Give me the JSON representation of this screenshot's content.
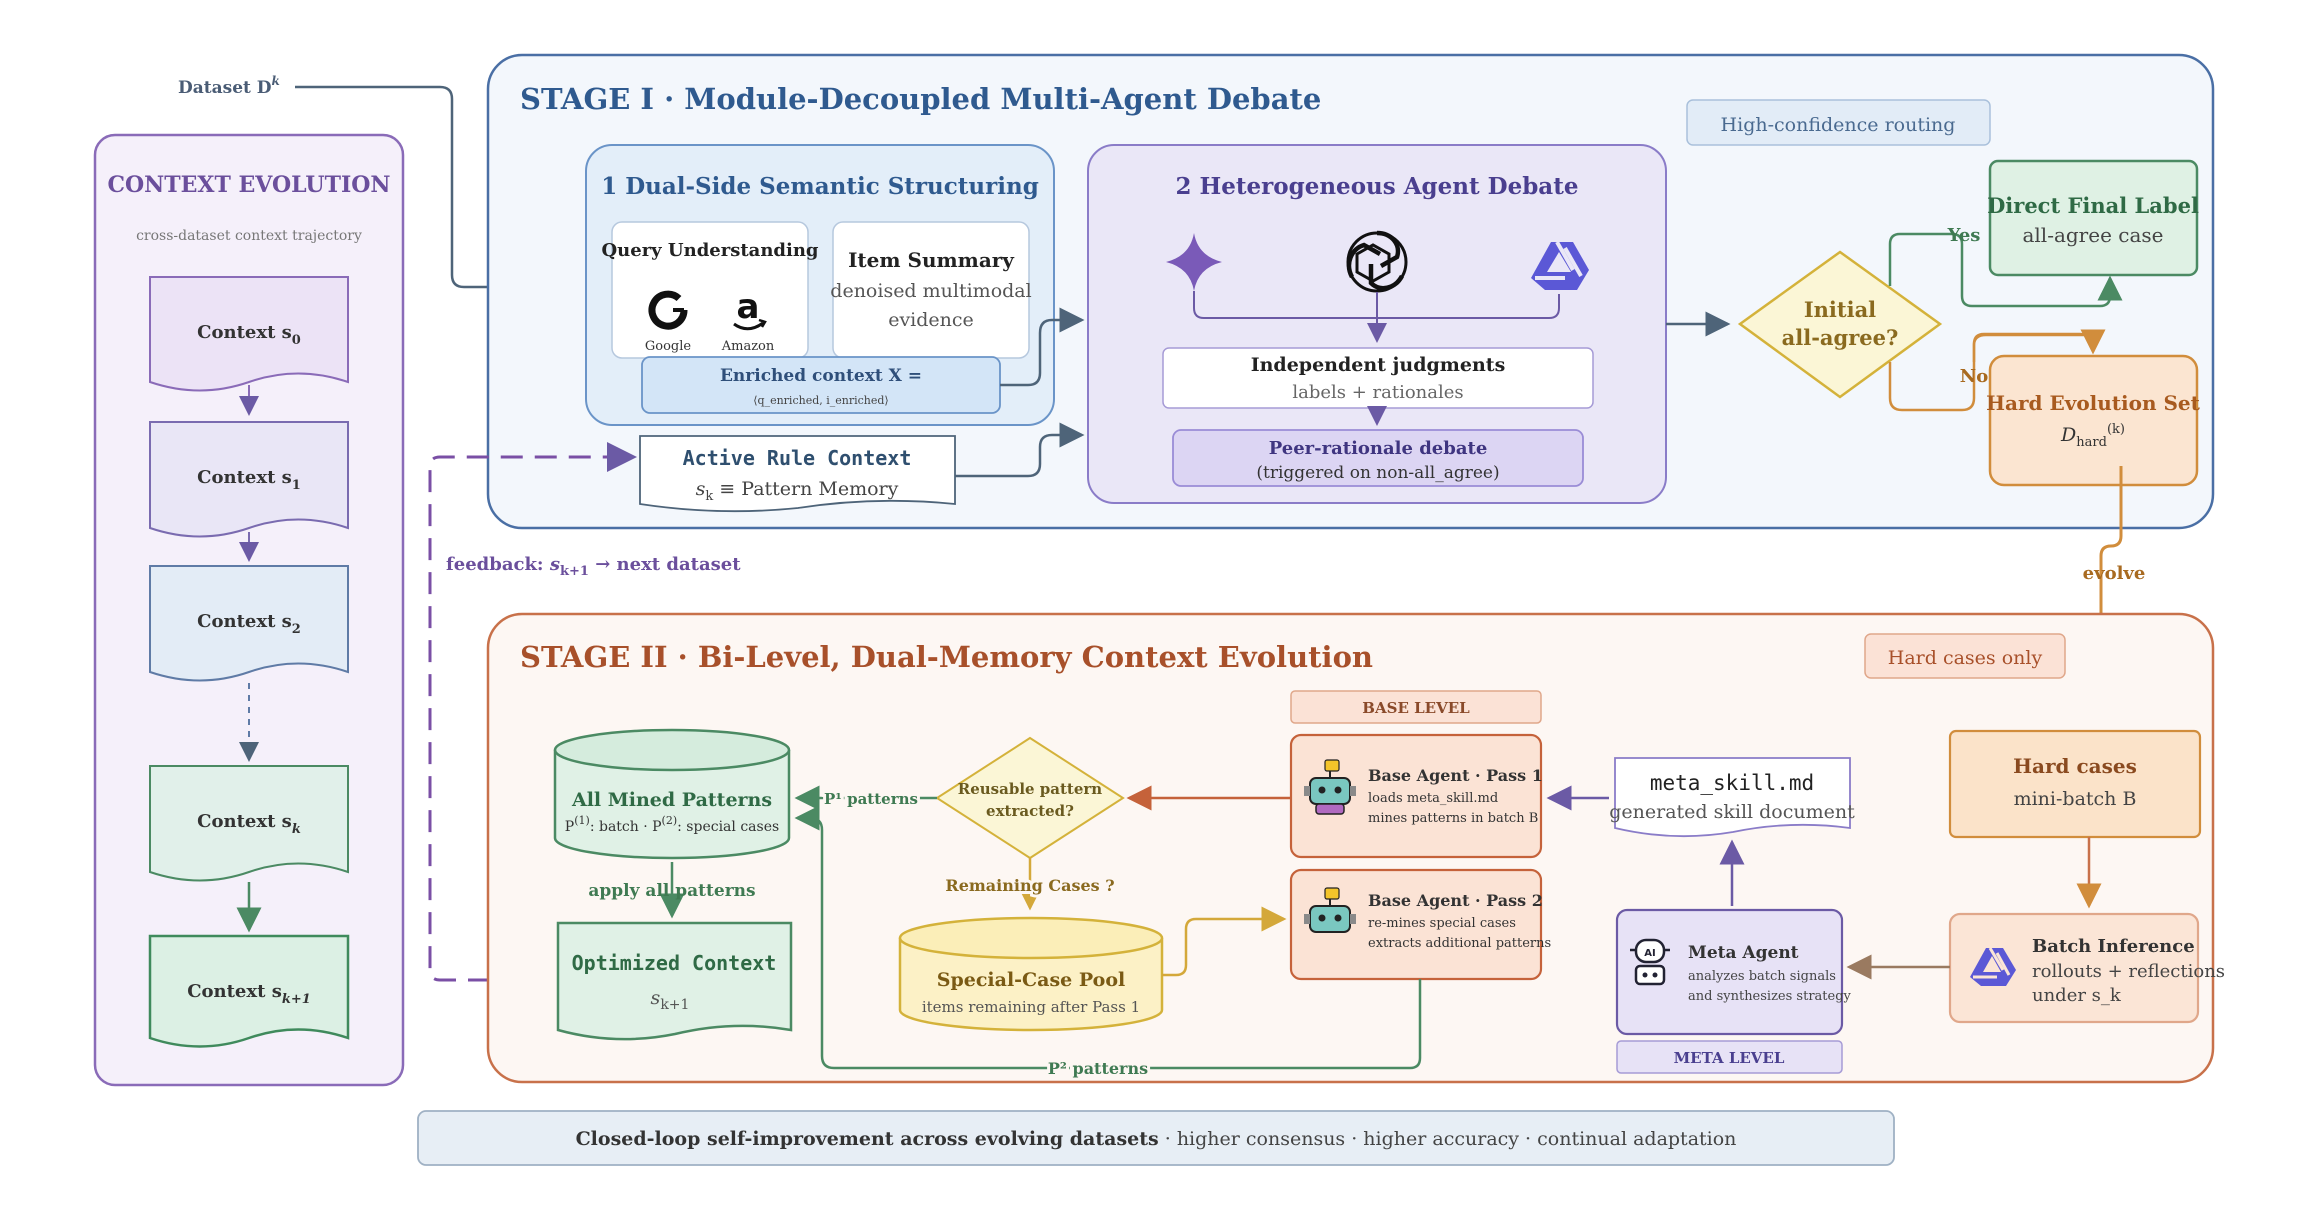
{
  "dataset_label": "Dataset D",
  "dataset_sup": "k",
  "context_panel": {
    "title": "CONTEXT EVOLUTION",
    "subtitle": "cross-dataset context trajectory",
    "ctx_prefix": "Context s",
    "sub0": "0",
    "sub1": "1",
    "sub2": "2",
    "subk": "k",
    "subk1": "k+1"
  },
  "stage1": {
    "title": "STAGE I · Module-Decoupled Multi-Agent Debate",
    "routing": "High-confidence routing",
    "box1": {
      "title": "1 Dual-Side Semantic Structuring",
      "query_title": "Query Understanding",
      "google_label": "Google",
      "amazon_label": "Amazon",
      "item_title": "Item Summary",
      "item_line1": "denoised multimodal",
      "item_line2": "evidence",
      "enriched_title": "Enriched context X =",
      "enriched_sub": "⟨q_enriched, i_enriched⟩"
    },
    "box2": {
      "title": "2 Heterogeneous Agent Debate",
      "judgments_title": "Independent judgments",
      "judgments_sub": "labels + rationales",
      "debate_title": "Peer-rationale debate",
      "debate_sub": "(triggered on non-all_agree)"
    },
    "rule": {
      "title": "Active Rule Context",
      "s_sym": "s",
      "s_sub": "k",
      "rest": " ≡ Pattern Memory"
    },
    "decision": {
      "line1": "Initial",
      "line2": "all-agree?",
      "yes": "Yes",
      "no": "No"
    },
    "direct": {
      "title": "Direct Final Label",
      "sub": "all-agree case"
    },
    "hard_set": {
      "title": "Hard Evolution Set",
      "d_sym": "D",
      "d_sub": "hard",
      "d_sup": "(k)"
    }
  },
  "feedback": {
    "prefix": "feedback: ",
    "s_sym": "s",
    "s_sub": "k+1",
    "suffix": " → next dataset"
  },
  "evolve_label": "evolve",
  "stage2": {
    "title": "STAGE II · Bi-Level, Dual-Memory Context Evolution",
    "hard_only": "Hard cases only",
    "base_level": "BASE LEVEL",
    "meta_level": "META LEVEL",
    "mined": {
      "title": "All Mined Patterns",
      "p_sym": "P",
      "sup1": "(1)",
      "mid": ": batch · ",
      "sup2": "(2)",
      "end": ": special cases"
    },
    "optimized": {
      "title": "Optimized Context",
      "s_sym": "s",
      "s_sub": "k+1"
    },
    "apply_label": "apply all patterns",
    "p1_label": "P¹ patterns",
    "p2_label": "P² patterns",
    "reusable": {
      "line1": "Reusable pattern",
      "line2": "extracted?"
    },
    "remaining_label": "Remaining Cases ?",
    "pool": {
      "title": "Special-Case Pool",
      "sub": "items remaining after Pass 1"
    },
    "pass1": {
      "title": "Base Agent · Pass 1",
      "line1": "loads meta_skill.md",
      "line2": "mines patterns in batch B"
    },
    "pass2": {
      "title": "Base Agent · Pass 2",
      "line1": "re-mines special cases",
      "line2": "extracts additional patterns"
    },
    "skill": {
      "title": "meta_skill.md",
      "sub": "generated skill document"
    },
    "meta_agent": {
      "title": "Meta Agent",
      "line1": "analyzes batch signals",
      "line2": "and synthesizes strategy"
    },
    "hard_cases": {
      "title": "Hard cases",
      "sub": "mini-batch B"
    },
    "batch_inf": {
      "title": "Batch Inference",
      "line1": "rollouts + reflections",
      "line2": "under s_k"
    }
  },
  "footer": {
    "bold": "Closed-loop self-improvement across evolving datasets",
    "rest": " · higher consensus · higher accuracy · continual adaptation"
  },
  "colors": {
    "stage1_border": "#4a6fa5",
    "stage1_fill": "#f3f7fc",
    "stage2_border": "#c8714a",
    "stage2_fill": "#fdf7f3",
    "context_border": "#8a6bb8",
    "purple_accent": "#6b5aa5",
    "green": "#4b8a63",
    "orange": "#d18d3c",
    "red_orange": "#c5623a",
    "gold": "#d4b23a"
  },
  "icons": [
    "sparkle-icon",
    "openai-icon",
    "qwen-icon",
    "google-icon",
    "amazon-icon",
    "robot-icon",
    "ai-head-icon"
  ]
}
